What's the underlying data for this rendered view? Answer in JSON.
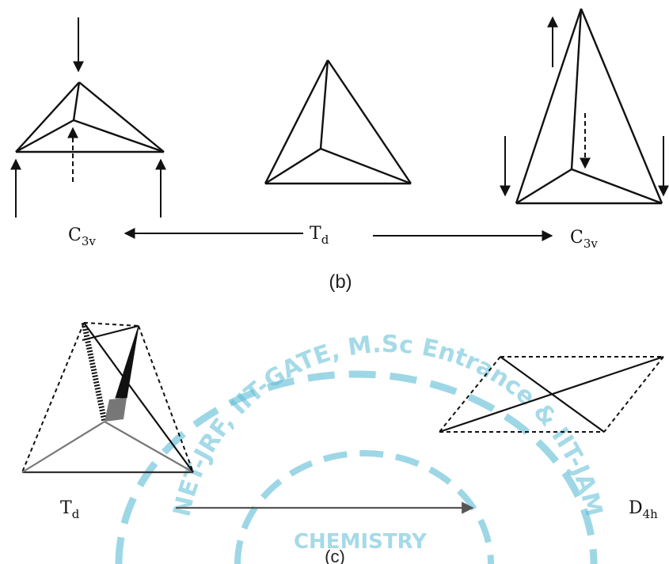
{
  "top": {
    "left_label": "C",
    "left_label_sub": "3v",
    "center_label": "T",
    "center_label_sub": "d",
    "right_label": "C",
    "right_label_sub": "3v",
    "panel_label": "(b)"
  },
  "bottom": {
    "left_label": "T",
    "left_label_sub": "d",
    "right_label": "D",
    "right_label_sub": "4h",
    "panel_label": "(c)"
  },
  "watermark": {
    "arc_text": "NET-JRF, IIT-GATE, M.Sc Entrance & IIT-JAM",
    "center_text": "CHEMISTRY"
  },
  "colors": {
    "line": "#111111",
    "watermark": "#5bbcd6"
  }
}
